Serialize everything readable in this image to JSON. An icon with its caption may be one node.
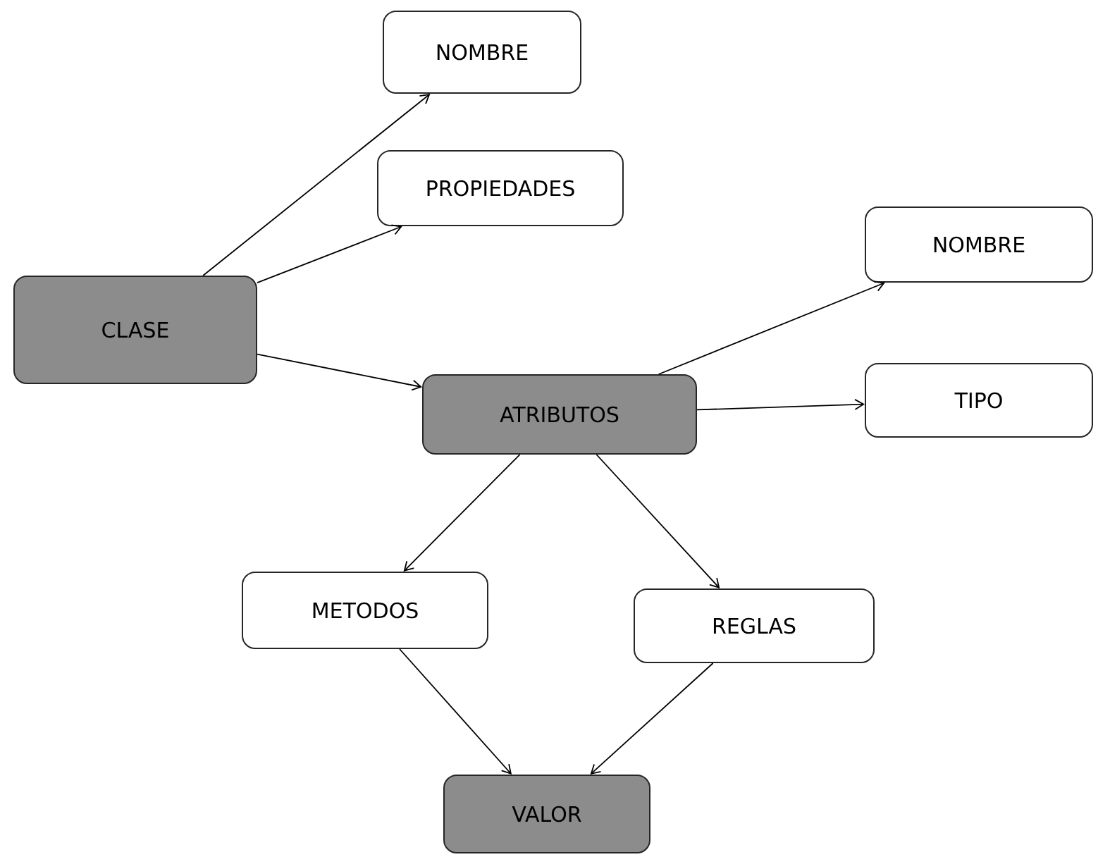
{
  "diagram": {
    "nodes": [
      {
        "text": [
          "CLASE"
        ]
      },
      {
        "text": [
          "NOMBRE"
        ]
      },
      {
        "text": [
          "PROPIEDADES"
        ]
      },
      {
        "text": [
          "ATRIBUTOS"
        ]
      },
      {
        "text": [
          "NOMBRE"
        ]
      },
      {
        "text": [
          "TIPO"
        ]
      },
      {
        "text": [
          "METODOS"
        ]
      },
      {
        "text": [
          "REGLAS"
        ]
      },
      {
        "text": [
          "VALOR"
        ]
      }
    ],
    "edges": [
      {
        "from": 0,
        "to": 1,
        "arrow": "to"
      },
      {
        "from": 0,
        "to": 2,
        "arrow": "to"
      },
      {
        "from": 0,
        "to": 3,
        "arrow": "to"
      },
      {
        "from": 3,
        "to": 4,
        "arrow": "to"
      },
      {
        "from": 3,
        "to": 5,
        "arrow": "to"
      },
      {
        "from": 3,
        "to": 6,
        "arrow": "to"
      },
      {
        "from": 3,
        "to": 7,
        "arrow": "to"
      },
      {
        "from": 6,
        "to": 8,
        "arrow": "to"
      },
      {
        "from": 7,
        "to": 8,
        "arrow": "to"
      }
    ]
  }
}
